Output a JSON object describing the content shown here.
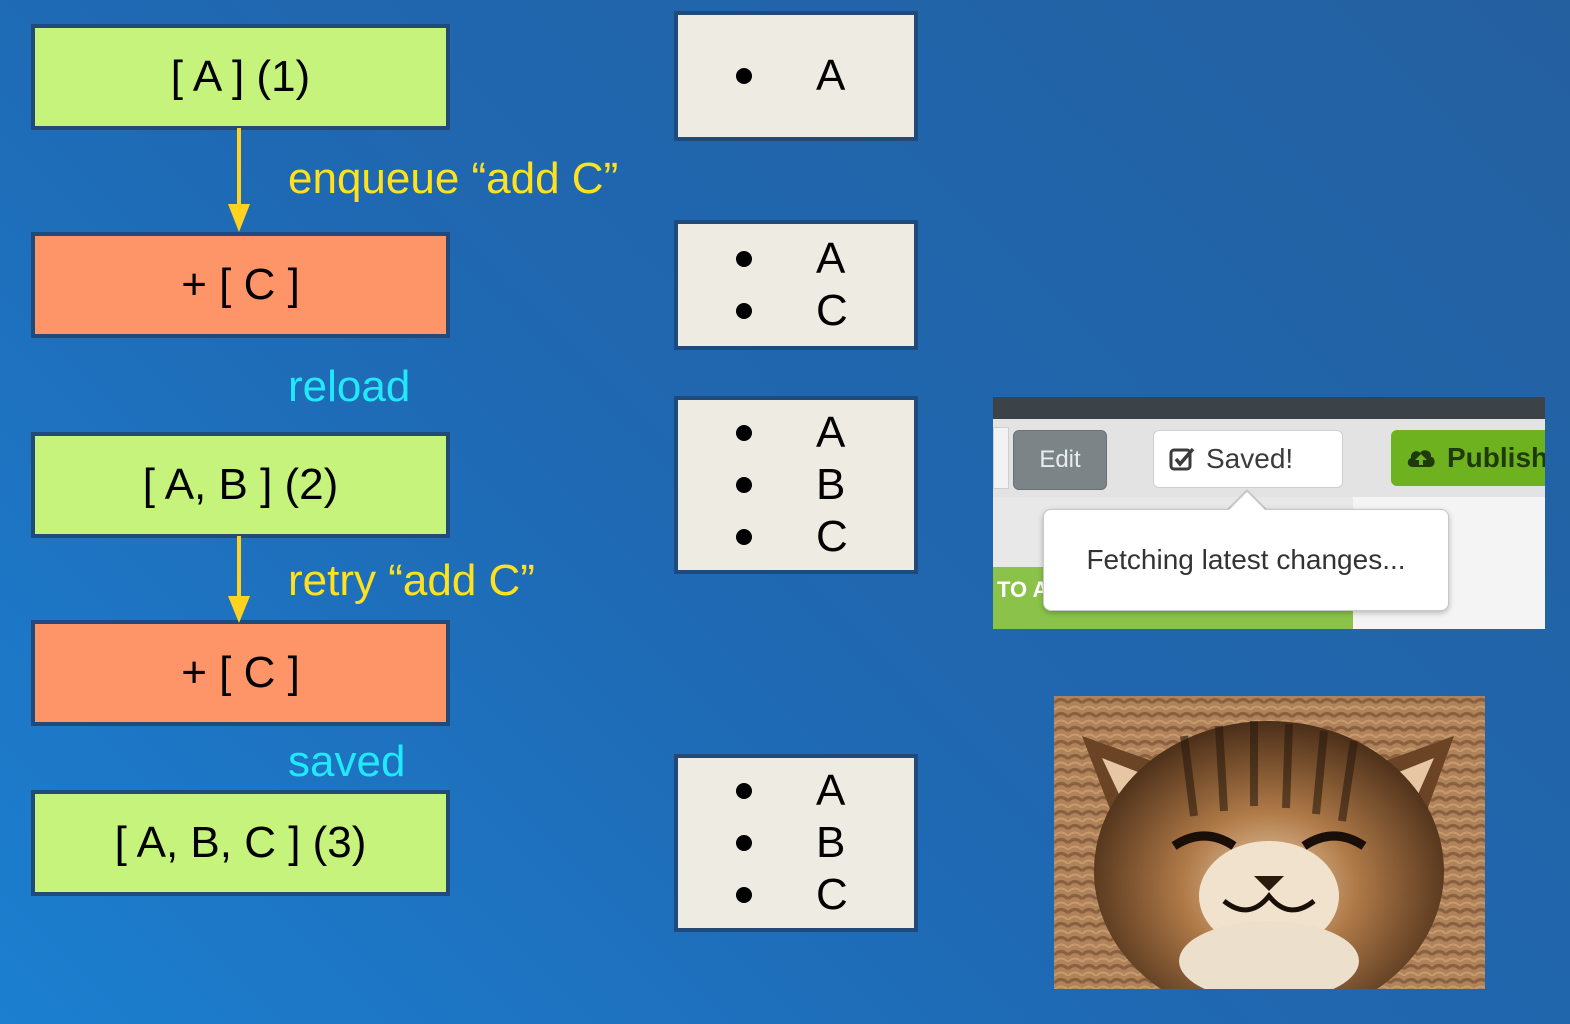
{
  "states": [
    {
      "text": "[ A ] (1)"
    },
    {
      "text": "+ [ C ]"
    },
    {
      "text": "[ A, B ] (2)"
    },
    {
      "text": "+ [ C ]"
    },
    {
      "text": "[ A, B, C ] (3)"
    }
  ],
  "transitions": {
    "enqueue": "enqueue “add C”",
    "reload": "reload",
    "retry": "retry “add C”",
    "saved": "saved"
  },
  "lists": [
    [
      "A"
    ],
    [
      "A",
      "C"
    ],
    [
      "A",
      "B",
      "C"
    ],
    [
      "A",
      "B",
      "C"
    ]
  ],
  "screenshot": {
    "edit_label": "Edit",
    "saved_label": "Saved!",
    "publish_label": "Publish",
    "popover_text": "Fetching latest changes...",
    "partial_text": "TO A"
  },
  "colors": {
    "background": "#1f6fbf",
    "committed_state": "#c5f37c",
    "pending_state": "#fd9568",
    "action_label": "#ffe21d",
    "event_label": "#21e8fb",
    "list_box": "#eeebe2",
    "publish_button": "#6fb21f"
  },
  "icons": [
    "checkbox-check-icon",
    "cloud-upload-icon"
  ]
}
